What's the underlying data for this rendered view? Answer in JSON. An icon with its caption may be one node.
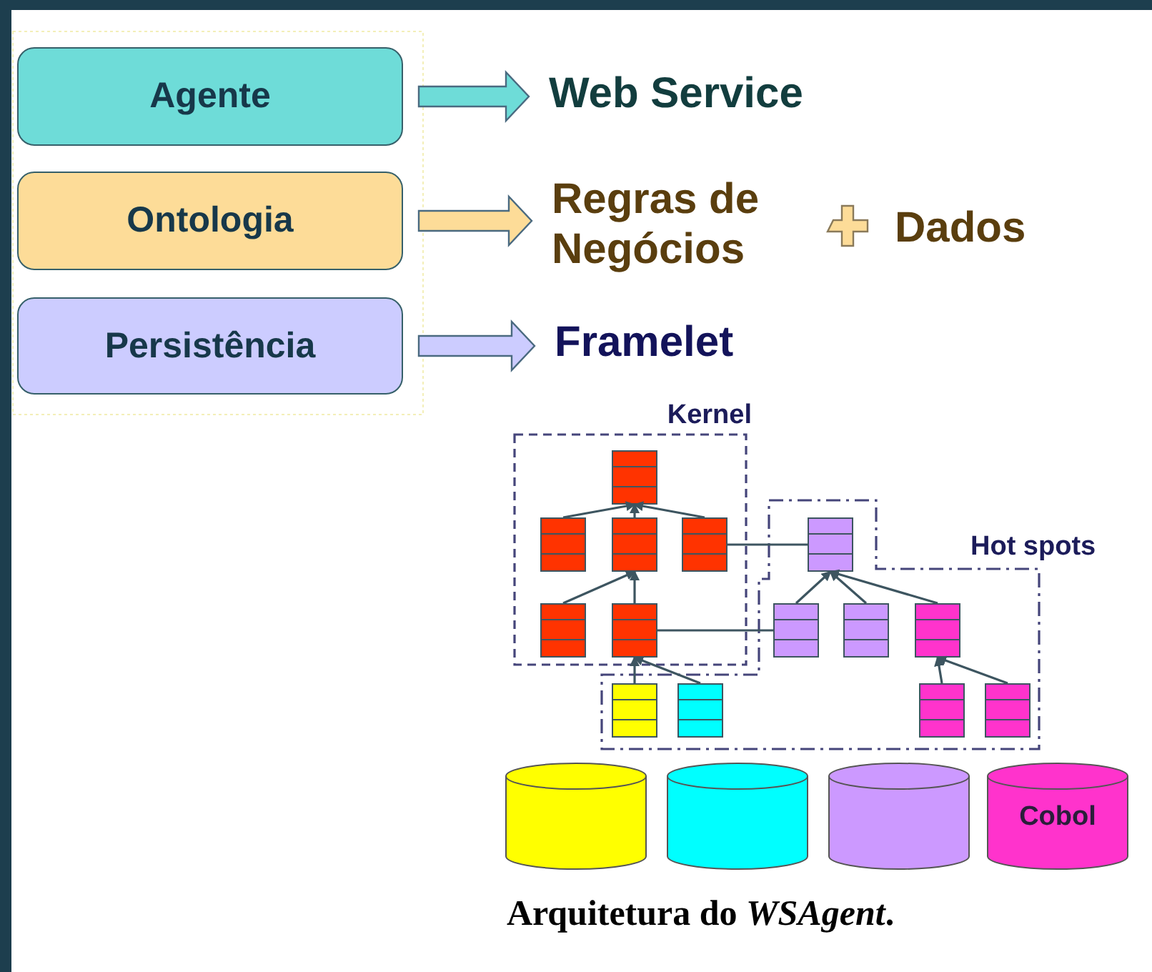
{
  "diagram": {
    "caption": "Arquitetura do *WSAgent*.",
    "nodes": [
      {
        "text": [
          "Agente"
        ]
      },
      {
        "text": [
          "Web Service"
        ]
      },
      {
        "text": [
          "Ontologia"
        ]
      },
      {
        "text": [
          "Regras de Negócios"
        ]
      },
      {
        "text": [
          "Dados"
        ]
      },
      {
        "text": [
          "Persistência"
        ]
      },
      {
        "text": [
          "Framelet"
        ]
      },
      {
        "text": [
          "Kernel"
        ]
      },
      {
        "text": [
          "Hot spots"
        ]
      },
      {
        "text": [],
        "shape": "box",
        "in": 7
      },
      {
        "text": [],
        "shape": "box",
        "in": 7
      },
      {
        "text": [],
        "shape": "box",
        "in": 7
      },
      {
        "text": [],
        "shape": "box",
        "in": 7
      },
      {
        "text": [],
        "shape": "box",
        "in": 8
      },
      {
        "text": [],
        "shape": "box",
        "in": 7
      },
      {
        "text": [],
        "shape": "box",
        "in": 7
      },
      {
        "text": [],
        "shape": "box",
        "in": 8
      },
      {
        "text": [],
        "shape": "box",
        "in": 8
      },
      {
        "text": [],
        "shape": "box",
        "in": 8
      },
      {
        "text": [],
        "shape": "box",
        "in": 8
      },
      {
        "text": [],
        "shape": "box",
        "in": 8
      },
      {
        "text": [],
        "shape": "box",
        "in": 8
      },
      {
        "text": [],
        "shape": "box",
        "in": 8
      },
      {
        "text": [],
        "shape": "cylinder"
      },
      {
        "text": [],
        "shape": "cylinder"
      },
      {
        "text": [],
        "shape": "cylinder"
      },
      {
        "text": [
          "Cobol"
        ]
      }
    ],
    "edges": [
      {
        "from": 0,
        "to": 1,
        "arrow": "to",
        "style": "thick",
        "color": "#6edcd8"
      },
      {
        "from": 2,
        "to": 3,
        "arrow": "to",
        "style": "thick",
        "color": "#fddc98"
      },
      {
        "from": 5,
        "to": 6,
        "arrow": "to",
        "style": "thick",
        "color": "#ccccff"
      },
      {
        "from": 10,
        "to": 9,
        "arrow": "to"
      },
      {
        "from": 11,
        "to": 9,
        "arrow": "to"
      },
      {
        "from": 12,
        "to": 9,
        "arrow": "to"
      },
      {
        "from": 14,
        "to": 11,
        "arrow": "to"
      },
      {
        "from": 15,
        "to": 11,
        "arrow": "to"
      },
      {
        "from": 12,
        "to": 13,
        "arrow": "none"
      },
      {
        "from": 15,
        "to": 16,
        "arrow": "none"
      },
      {
        "from": 16,
        "to": 13,
        "arrow": "to"
      },
      {
        "from": 17,
        "to": 13,
        "arrow": "to"
      },
      {
        "from": 18,
        "to": 13,
        "arrow": "to"
      },
      {
        "from": 19,
        "to": 15,
        "arrow": "to"
      },
      {
        "from": 20,
        "to": 15,
        "arrow": "to"
      },
      {
        "from": 21,
        "to": 18,
        "arrow": "to"
      },
      {
        "from": 22,
        "to": 18,
        "arrow": "to"
      }
    ]
  }
}
